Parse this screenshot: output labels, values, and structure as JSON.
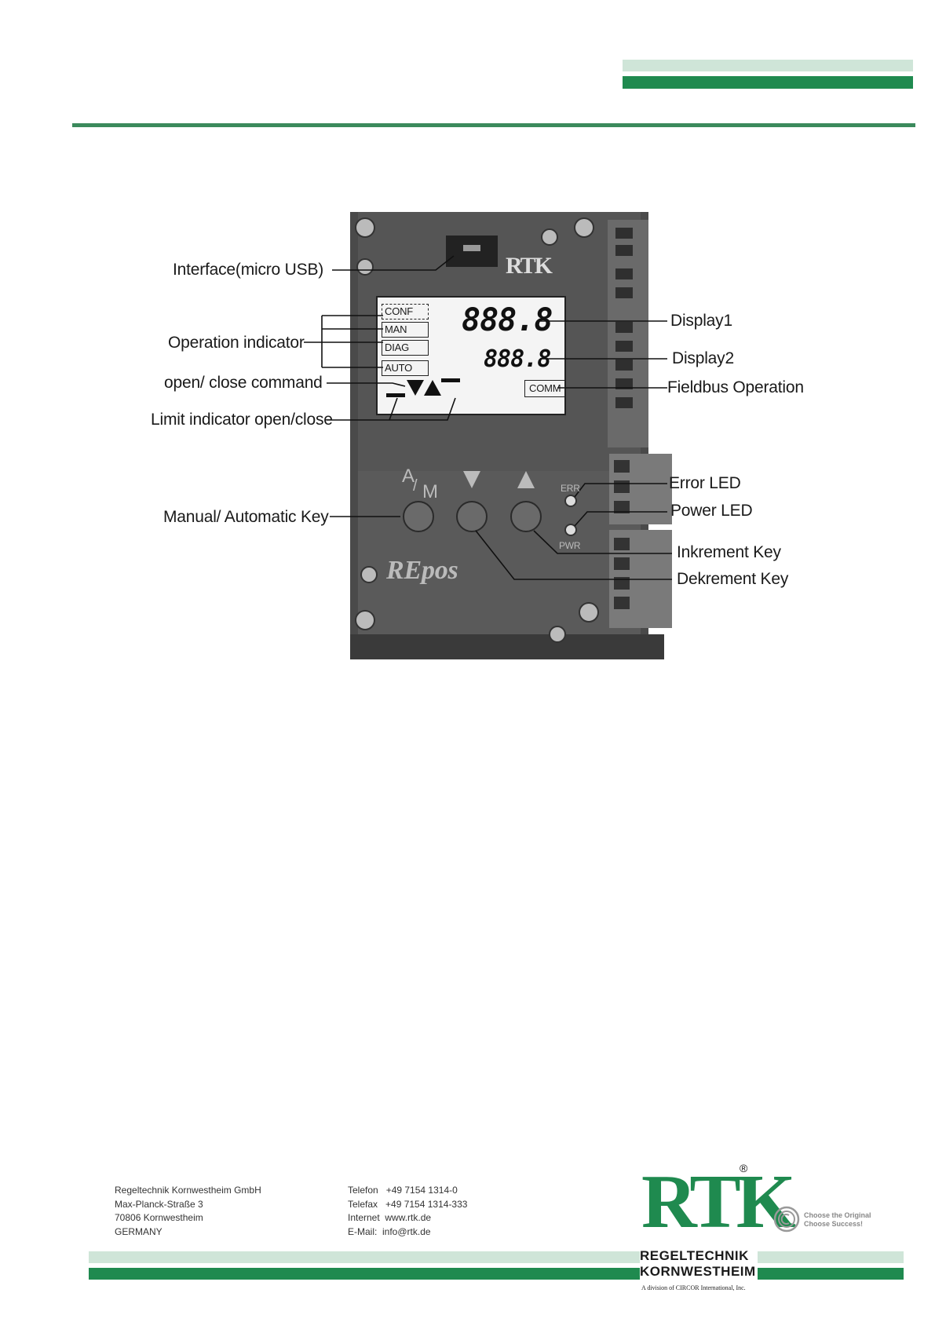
{
  "figure": {
    "callouts": {
      "interface": "Interface(micro USB)",
      "operation_indicator": "Operation indicator",
      "open_close_command": "open/ close command",
      "limit_indicator": "Limit indicator open/close",
      "manual_automatic_key": "Manual/ Automatic Key",
      "display1": "Display1",
      "display2": "Display2",
      "fieldbus_operation": "Fieldbus Operation",
      "error_led": "Error LED",
      "power_led": "Power LED",
      "inkrement_key": "Inkrement Key",
      "dekrement_key": "Dekrement Key"
    },
    "lcd": {
      "modes": [
        "CONF",
        "MAN",
        "DIAG",
        "AUTO"
      ],
      "display1_value": "888.8",
      "display2_value": "888.8",
      "comm_label": "COMM"
    },
    "device": {
      "brand": "RTK",
      "product": "REpos",
      "key_am_top": "A",
      "key_am_bottom": "M",
      "led_err": "ERR",
      "led_pwr": "PWR"
    }
  },
  "footer": {
    "address": [
      "Regeltechnik Kornwestheim GmbH",
      "Max-Planck-Straße 3",
      "70806 Kornwestheim",
      "GERMANY"
    ],
    "contact": [
      "Telefon   +49 7154 1314-0",
      "Telefax   +49 7154 1314-333",
      "Internet  www.rtk.de",
      "E-Mail:  info@rtk.de"
    ],
    "logo_text": "RTK",
    "logo_registered": "®",
    "company_line1": "REGELTECHNIK",
    "company_line2": "KORNWESTHEIM",
    "division": "A division of CIRCOR International, Inc.",
    "slogan_line1": "Choose the Original",
    "slogan_line2": "Choose Success!"
  },
  "colors": {
    "brand_green": "#1f8a4f",
    "light_green": "#cfe5d8",
    "rule_green": "#3b8a5c"
  }
}
